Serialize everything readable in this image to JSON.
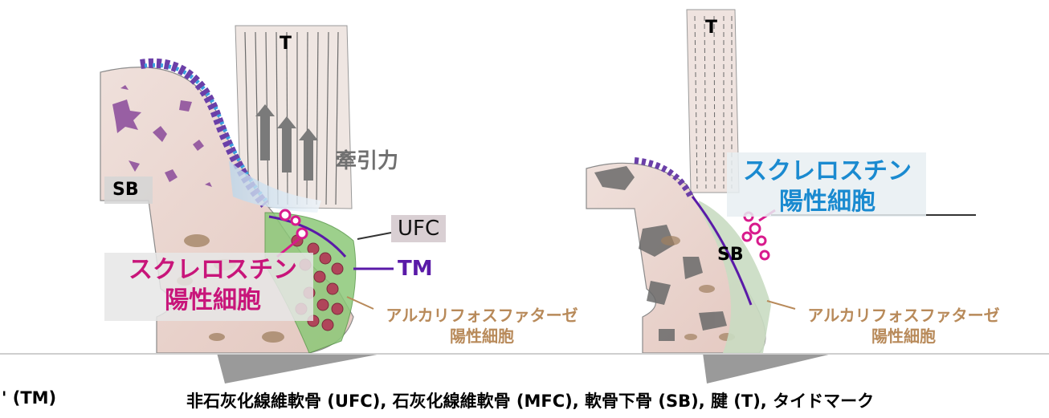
{
  "labels": {
    "tendon_left": "T",
    "tendon_right": "T",
    "sb_left": "SB",
    "sb_right": "SB",
    "traction": "牽引力",
    "ufc": "UFC",
    "tm": "TM",
    "sclerostin_left_line1": "スクレロスチン",
    "sclerostin_left_line2": "陽性細胞",
    "sclerostin_right_line1": "スクレロスチン",
    "sclerostin_right_line2": "陽性細胞",
    "alp_left_line1": "アルカリフォスファターゼ",
    "alp_left_line2": "陽性細胞",
    "alp_right_line1": "アルカリフォスファターゼ",
    "alp_right_line2": "陽性細胞"
  },
  "caption": {
    "left": "' (TM)",
    "right": "非石灰化線維軟骨 (UFC), 石灰化線維軟骨 (MFC), 軟骨下骨 (SB), 腱 (T), タイドマーク"
  },
  "colors": {
    "bone": "#e8cfc9",
    "trabecular_dark": "#8a4a9a",
    "tendon": "#efe3df",
    "fibrocartilage_green": "#7fbf6a",
    "cell_red": "#b0455a",
    "tidemark": "#5a1aa8",
    "sclerostin_magenta": "#c8157a",
    "sclerostin_blue": "#1a8ad0",
    "alp_brown": "#b88a5a"
  }
}
